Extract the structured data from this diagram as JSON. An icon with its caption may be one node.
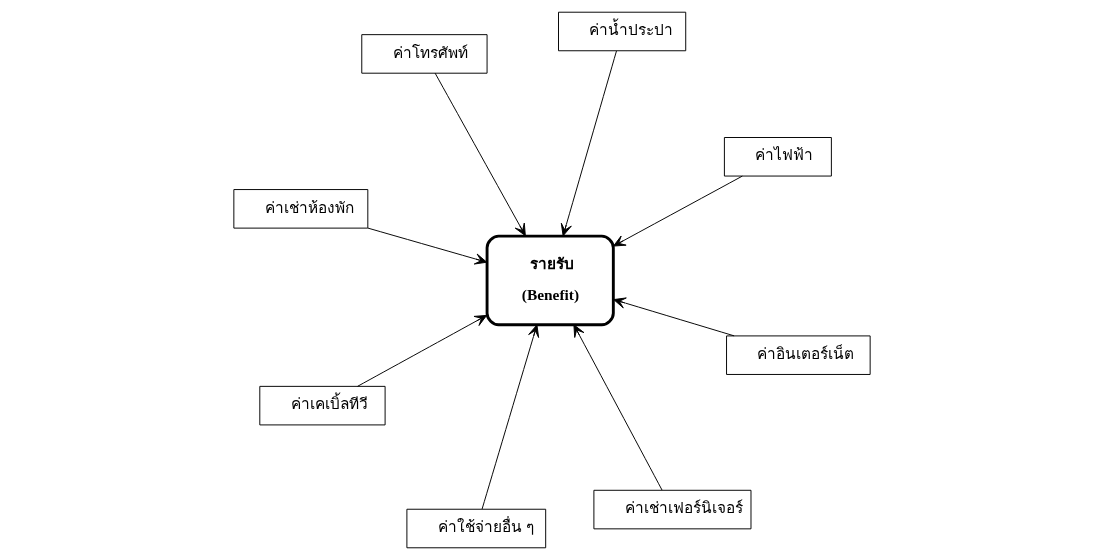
{
  "diagram": {
    "nodes": [
      {
        "text": [
          "ค่าเช่าห้องพัก"
        ]
      },
      {
        "text": [
          "ค่าไฟฟ้า"
        ]
      },
      {
        "text": [
          "ค่าเช่าเฟอร์นิเจอร์"
        ]
      },
      {
        "text": [
          "ค่าน้ำประปา"
        ]
      },
      {
        "text": [
          "รายรับ",
          "(Benefit)"
        ]
      },
      {
        "text": [
          "ค่าโทรศัพท์"
        ]
      },
      {
        "text": [
          "ค่าเคเบิ้ลทีวี"
        ]
      },
      {
        "text": [
          "ค่าอินเตอร์เน็ต"
        ]
      },
      {
        "text": [
          "ค่าใช้จ่ายอื่น ๆ"
        ]
      }
    ],
    "edges": [
      {
        "from": 0,
        "to": 4,
        "arrow": "to"
      },
      {
        "from": 1,
        "to": 4,
        "arrow": "to"
      },
      {
        "from": 2,
        "to": 4,
        "arrow": "to"
      },
      {
        "from": 3,
        "to": 4,
        "arrow": "to"
      },
      {
        "from": 5,
        "to": 4,
        "arrow": "to"
      },
      {
        "from": 6,
        "to": 4,
        "arrow": "to"
      },
      {
        "from": 7,
        "to": 4,
        "arrow": "to"
      },
      {
        "from": 8,
        "to": 4,
        "arrow": "to"
      }
    ]
  }
}
